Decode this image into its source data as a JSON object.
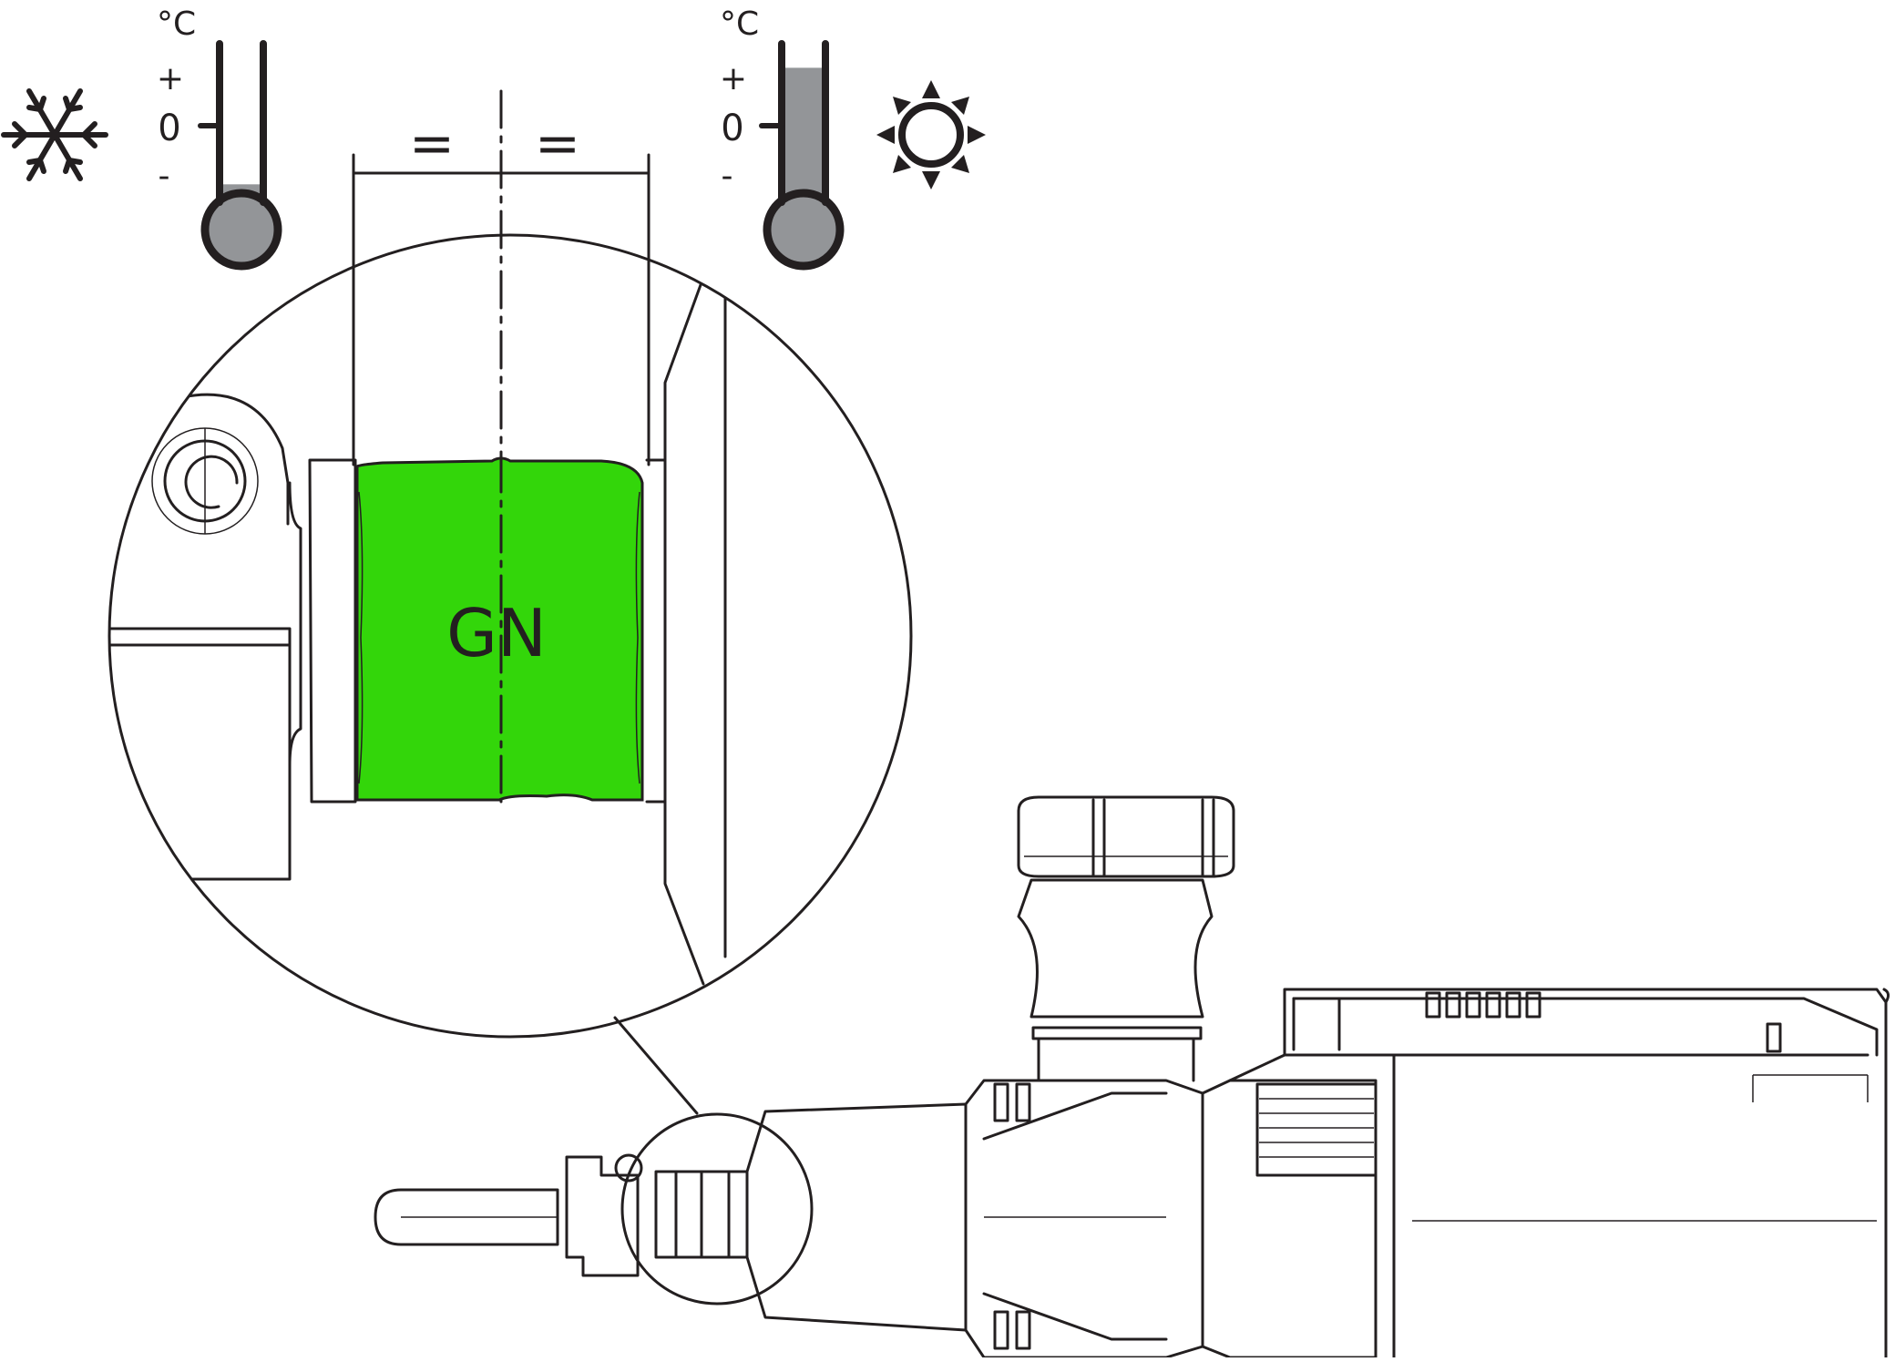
{
  "thermometer_cold": {
    "unit": "°C",
    "plus": "+",
    "zero": "0",
    "minus": "-",
    "level_fraction": 0.12,
    "fill_color": "#939598"
  },
  "thermometer_hot": {
    "unit": "°C",
    "plus": "+",
    "zero": "0",
    "minus": "-",
    "level_fraction": 0.9,
    "fill_color": "#939598"
  },
  "icons": {
    "cold": "snowflake-icon",
    "hot": "sun-icon"
  },
  "dimension": {
    "left_mark": "=",
    "right_mark": "="
  },
  "component": {
    "label": "GN",
    "color": "#33d60a"
  },
  "colors": {
    "line": "#231f20"
  }
}
